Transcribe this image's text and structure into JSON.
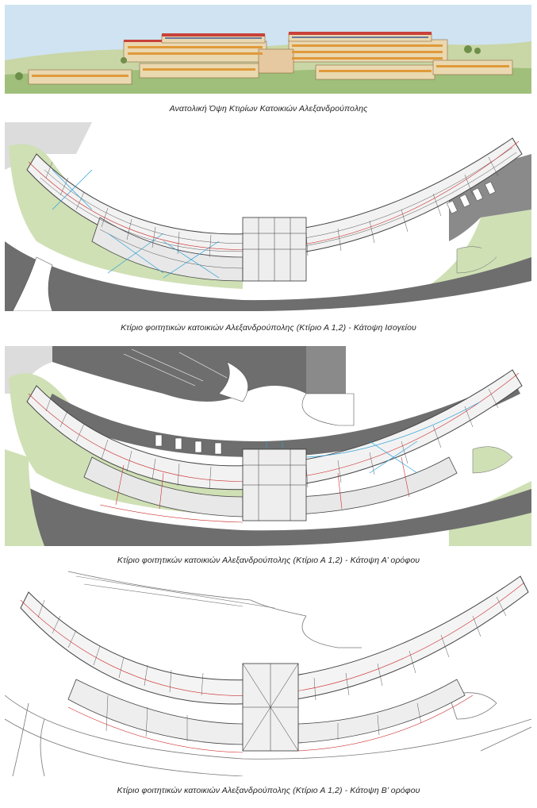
{
  "captions": {
    "elevation": "Ανατολική Όψη Κτιρίων Κατοικιών Αλεξανδρούπολης",
    "ground_floor": "Κτίριο φοιτητικών κατοικιών Αλεξανδρούπολης (Κτίριο Α 1,2) - Κάτοψη Ισογείου",
    "first_floor": "Κτίριο φοιτητικών κατοικιών Αλεξανδρούπολης (Κτίριο Α 1,2) - Κάτοψη Α’ ορόφου",
    "second_floor": "Κτίριο φοιτητικών κατοικιών Αλεξανδρούπολης (Κτίριο Α 1,2) - Κάτοψη Β’ ορόφου"
  },
  "colors": {
    "sky": "#cfe3f2",
    "hill": "#c9d6a6",
    "ground": "#9fbf7a",
    "roof_red": "#c8423a",
    "wall": "#ead8b0",
    "road": "#6e6e6e",
    "grass": "#cfe0b5",
    "plan_line": "#444444",
    "red_line": "#cc2b2b",
    "blue_line": "#2a9fd6"
  }
}
